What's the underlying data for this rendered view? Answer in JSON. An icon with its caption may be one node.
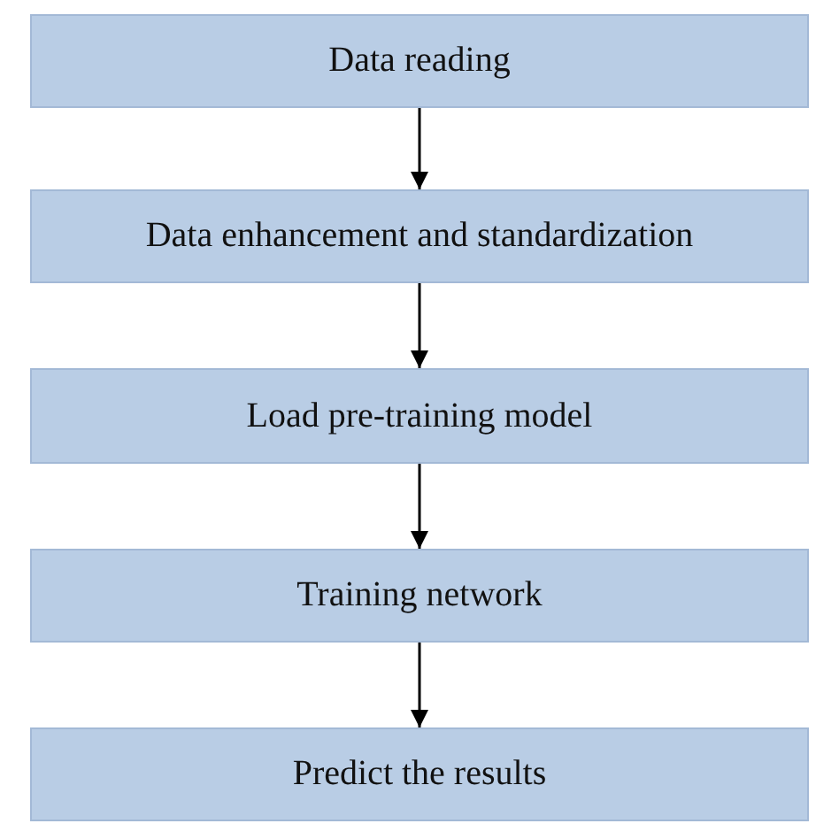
{
  "diagram": {
    "nodes": [
      {
        "text": [
          "Data reading"
        ]
      },
      {
        "text": [
          "Data enhancement and standardization"
        ]
      },
      {
        "text": [
          "Load pre-training model"
        ]
      },
      {
        "text": [
          "Training network"
        ]
      },
      {
        "text": [
          "Predict the results"
        ]
      }
    ],
    "edges": [
      {
        "from": 0,
        "to": 1,
        "arrow": "to"
      },
      {
        "from": 1,
        "to": 2,
        "arrow": "to"
      },
      {
        "from": 2,
        "to": 3,
        "arrow": "to"
      },
      {
        "from": 3,
        "to": 4,
        "arrow": "to"
      }
    ]
  }
}
